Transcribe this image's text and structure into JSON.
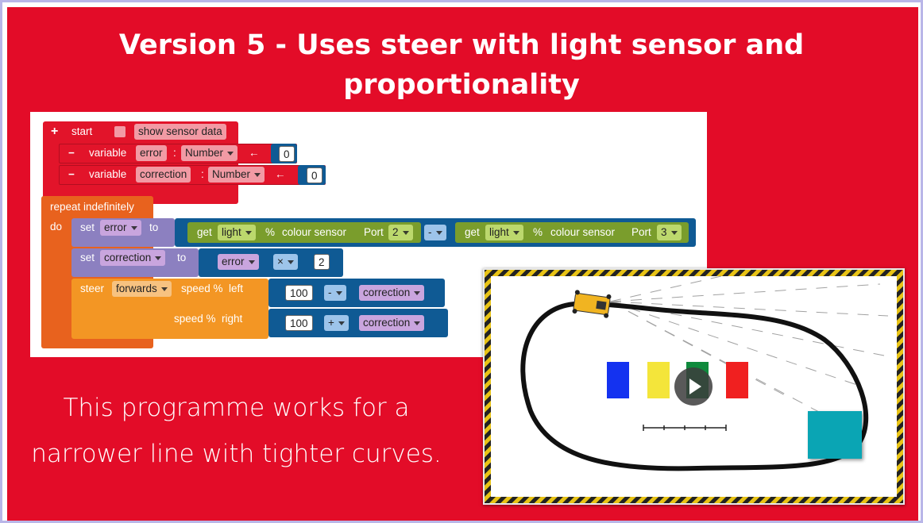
{
  "slide": {
    "title": "Version 5 - Uses steer with light sensor and proportionality",
    "caption": "This programme works for a narrower line with tighter curves."
  },
  "colors": {
    "slide_red": "#e30c28",
    "block_red": "#e2142a",
    "loop_orange": "#e8621e",
    "variables_purple": "#8c80c0",
    "motion_orange": "#f39624",
    "math_blue": "#0f5a94",
    "sensor_green": "#7a9d2c"
  },
  "code": {
    "start": {
      "label": "start",
      "checkbox_label": "show sensor data",
      "variables": [
        {
          "keyword": "variable",
          "name": "error",
          "colon": ":",
          "type": "Number",
          "arrow": "←",
          "value": "0"
        },
        {
          "keyword": "variable",
          "name": "correction",
          "colon": ":",
          "type": "Number",
          "arrow": "←",
          "value": "0"
        }
      ]
    },
    "loop": {
      "label": "repeat indefinitely",
      "do": "do"
    },
    "set_error": {
      "keyword": "set",
      "variable": "error",
      "to": "to",
      "left": {
        "get": "get",
        "mode": "light",
        "unit": "%",
        "sensor": "colour sensor",
        "port_label": "Port",
        "port": "2"
      },
      "operator": "-",
      "right": {
        "get": "get",
        "mode": "light",
        "unit": "%",
        "sensor": "colour sensor",
        "port_label": "Port",
        "port": "3"
      }
    },
    "set_correction": {
      "keyword": "set",
      "variable": "correction",
      "to": "to",
      "operand": "error",
      "operator": "×",
      "value": "2"
    },
    "steer": {
      "keyword": "steer",
      "direction": "forwards",
      "left_label": "speed %  left",
      "right_label": "speed %  right",
      "left": {
        "value": "100",
        "operator": "-",
        "variable": "correction"
      },
      "right": {
        "value": "100",
        "operator": "+",
        "variable": "correction"
      }
    }
  },
  "simulator": {
    "blocks": [
      {
        "name": "blue",
        "color": "#1432f0"
      },
      {
        "name": "yellow",
        "color": "#f4e53a"
      },
      {
        "name": "green",
        "color": "#0f8a3c"
      },
      {
        "name": "red",
        "color": "#f02020"
      }
    ],
    "target_color": "#0aa5b4",
    "play_icon": "play-icon"
  }
}
